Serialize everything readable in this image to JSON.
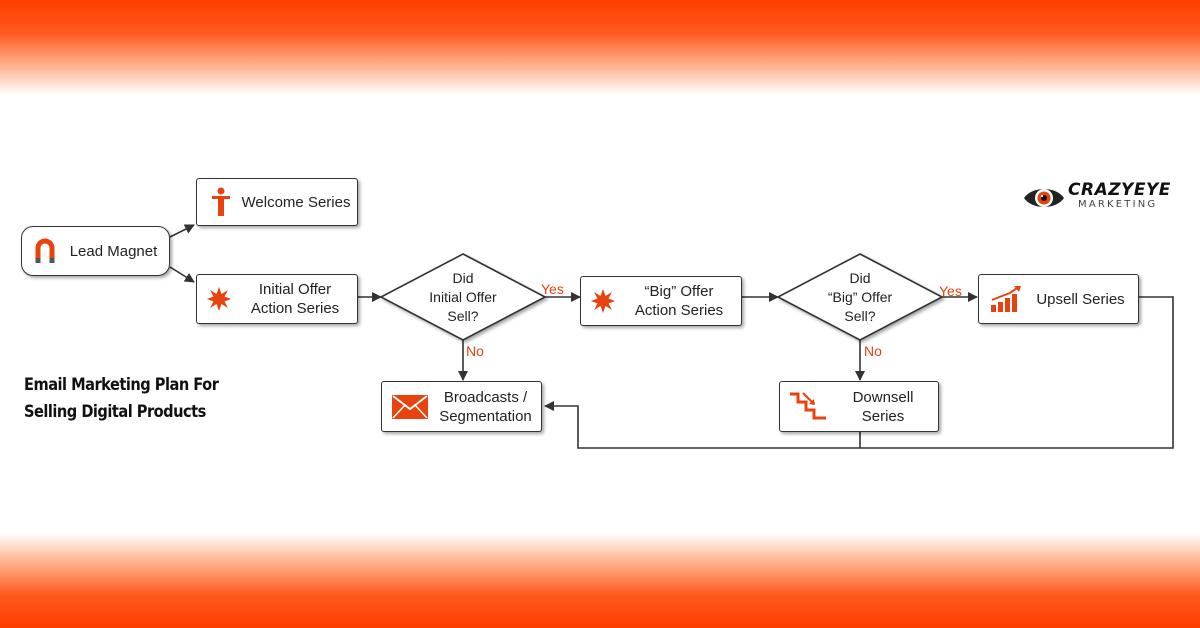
{
  "title": {
    "line1": "Email Marketing Plan For",
    "line2": "Selling Digital Products"
  },
  "logo": {
    "word": "CRAZYEYE",
    "sub": "MARKETING"
  },
  "nodes": {
    "lead_magnet": {
      "label": "Lead Magnet",
      "icon": "magnet-icon"
    },
    "welcome_series": {
      "label": "Welcome Series",
      "icon": "person-icon"
    },
    "initial_offer": {
      "line1": "Initial Offer",
      "line2": "Action Series",
      "icon": "burst-icon"
    },
    "big_offer": {
      "line1": "“Big” Offer",
      "line2": "Action Series",
      "icon": "burst-icon"
    },
    "upsell": {
      "label": "Upsell Series",
      "icon": "growth-chart-icon"
    },
    "broadcasts": {
      "line1": "Broadcasts /",
      "line2": "Segmentation",
      "icon": "envelope-icon"
    },
    "downsell": {
      "line1": "Downsell",
      "line2": "Series",
      "icon": "stairs-down-icon"
    }
  },
  "decisions": {
    "initial": {
      "line1": "Did",
      "line2": "Initial Offer",
      "line3": "Sell?"
    },
    "big": {
      "line1": "Did",
      "line2": "“Big” Offer",
      "line3": "Sell?"
    }
  },
  "edges": {
    "initial_yes": "Yes",
    "initial_no": "No",
    "big_yes": "Yes",
    "big_no": "No"
  },
  "colors": {
    "accent": "#e8430f",
    "band": "#ff3d00",
    "line": "#333333"
  }
}
